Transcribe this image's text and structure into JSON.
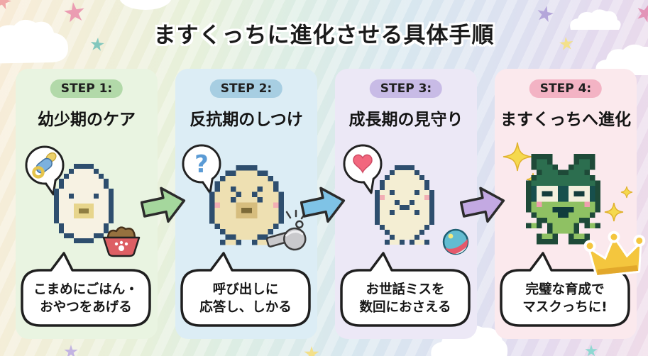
{
  "title": "ますくっちに進化させる具体手順",
  "steps": [
    {
      "badge": "STEP 1:",
      "heading": "幼少期のケア",
      "bubble_line1": "こまめにごはん・",
      "bubble_line2": "おやつをあげる",
      "panel_color": "#e9f4e1",
      "badge_color": "#b2d9a9",
      "thought_icon": "pacifier-icon",
      "accessory_icon": "food-bowl-icon"
    },
    {
      "badge": "STEP 2:",
      "heading": "反抗期のしつけ",
      "bubble_line1": "呼び出しに",
      "bubble_line2": "応答し、しかる",
      "thought_glyph": "?",
      "panel_color": "#dcedf5",
      "badge_color": "#a7cee2",
      "thought_icon": "question-icon",
      "accessory_icon": "whistle-icon"
    },
    {
      "badge": "STEP 3:",
      "heading": "成長期の見守り",
      "bubble_line1": "お世話ミスを",
      "bubble_line2": "数回におさえる",
      "panel_color": "#ece8f6",
      "badge_color": "#c8bbe6",
      "thought_icon": "heart-icon",
      "accessory_icon": "ball-icon"
    },
    {
      "badge": "STEP 4:",
      "heading": "ますくっちへ進化",
      "bubble_line1": "完璧な育成で",
      "bubble_line2": "マスクっちに!",
      "panel_color": "#fbe9ed",
      "badge_color": "#f3b3c4",
      "thought_icon": "sparkles-icon",
      "accessory_icon": "crown-icon"
    }
  ],
  "arrows": [
    {
      "color": "#a5d79d"
    },
    {
      "color": "#7fc3e6"
    },
    {
      "color": "#c3a9e2"
    }
  ]
}
